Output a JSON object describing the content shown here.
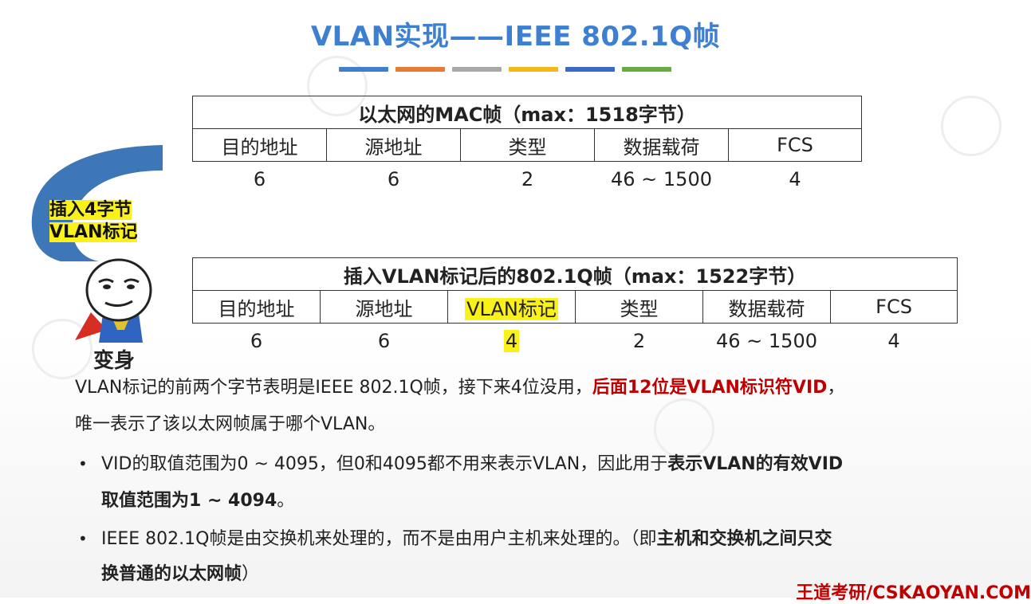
{
  "title": "VLAN实现——IEEE 802.1Q帧",
  "title_color": "#3d7fd1",
  "color_bar": [
    "#3f7fcc",
    "#e87b33",
    "#a9a9a9",
    "#f3b81a",
    "#3b6ac7",
    "#6aaa45"
  ],
  "mac_frame": {
    "header": "以太网的MAC帧（max：1518字节）",
    "fields": [
      "目的地址",
      "源地址",
      "类型",
      "数据载荷",
      "FCS"
    ],
    "sizes": [
      "6",
      "6",
      "2",
      "46 ~ 1500",
      "4"
    ]
  },
  "insert_label": {
    "line1": "插入4字节",
    "line2": "VLAN标记"
  },
  "meme_label": "变身",
  "dot1q_frame": {
    "header": "插入VLAN标记后的802.1Q帧（max：1522字节）",
    "fields": [
      "目的地址",
      "源地址",
      "VLAN标记",
      "类型",
      "数据载荷",
      "FCS"
    ],
    "sizes": [
      "6",
      "6",
      "4",
      "2",
      "46 ~ 1500",
      "4"
    ]
  },
  "highlight_color": "#fbf11a",
  "paragraph": {
    "line1_normal": "VLAN标记的前两个字节表明是IEEE 802.1Q帧，接下来4位没用，",
    "line1_red": "后面12位是VLAN标识符VID",
    "line1_end": "，",
    "line2": "唯一表示了该以太网帧属于哪个VLAN。"
  },
  "bullets": [
    {
      "normal": "VID的取值范围为0 ~ 4095，但0和4095都不用来表示VLAN，因此用于",
      "bold": "表示VLAN的有效VID",
      "cont_bold": "取值范围为1 ~ 4094",
      "cont_normal": "。"
    },
    {
      "normal": "IEEE 802.1Q帧是由交换机来处理的，而不是由用户主机来处理的。（即",
      "bold": "主机和交换机之间只交",
      "cont_bold": "换普通的以太网帧",
      "cont_normal": "）"
    }
  ],
  "bullet_symbol": "•",
  "footer": "王道考研/CSKAOYAN.COM"
}
